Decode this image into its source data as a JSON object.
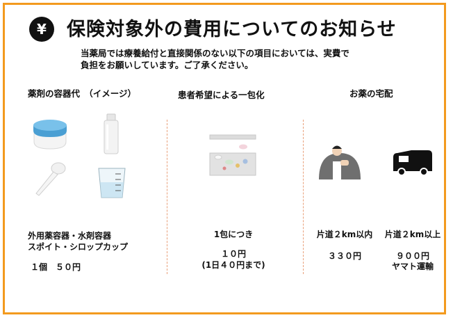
{
  "title": "保険対象外の費用についてのお知らせ",
  "intro_line1": "当薬局では療養給付と直接関係のない以下の項目においては、実費で",
  "intro_line2": "負担をお願いしています。ご了承ください。",
  "icon": "yen-icon",
  "colors": {
    "border": "#f39a1e",
    "separator": "#e9a07a",
    "jar_lid": "#5aaee0"
  },
  "sections": {
    "containers": {
      "heading": "薬剤の容器代　（イメージ）",
      "line1": "外用薬容器・水剤容器",
      "line2": "スポイト・シロップカップ",
      "price": "１個　５０円"
    },
    "packaging": {
      "heading": "患者希望による一包化",
      "unit": "1包につき",
      "price": "１０円",
      "limit": "(1日４０円まで)"
    },
    "delivery": {
      "heading": "お薬の宅配",
      "short_distance": "片道２km以内",
      "short_price": "３３０円",
      "long_distance": "片道２km以上",
      "long_price": "９００円",
      "carrier": "ヤマト運輸"
    }
  }
}
